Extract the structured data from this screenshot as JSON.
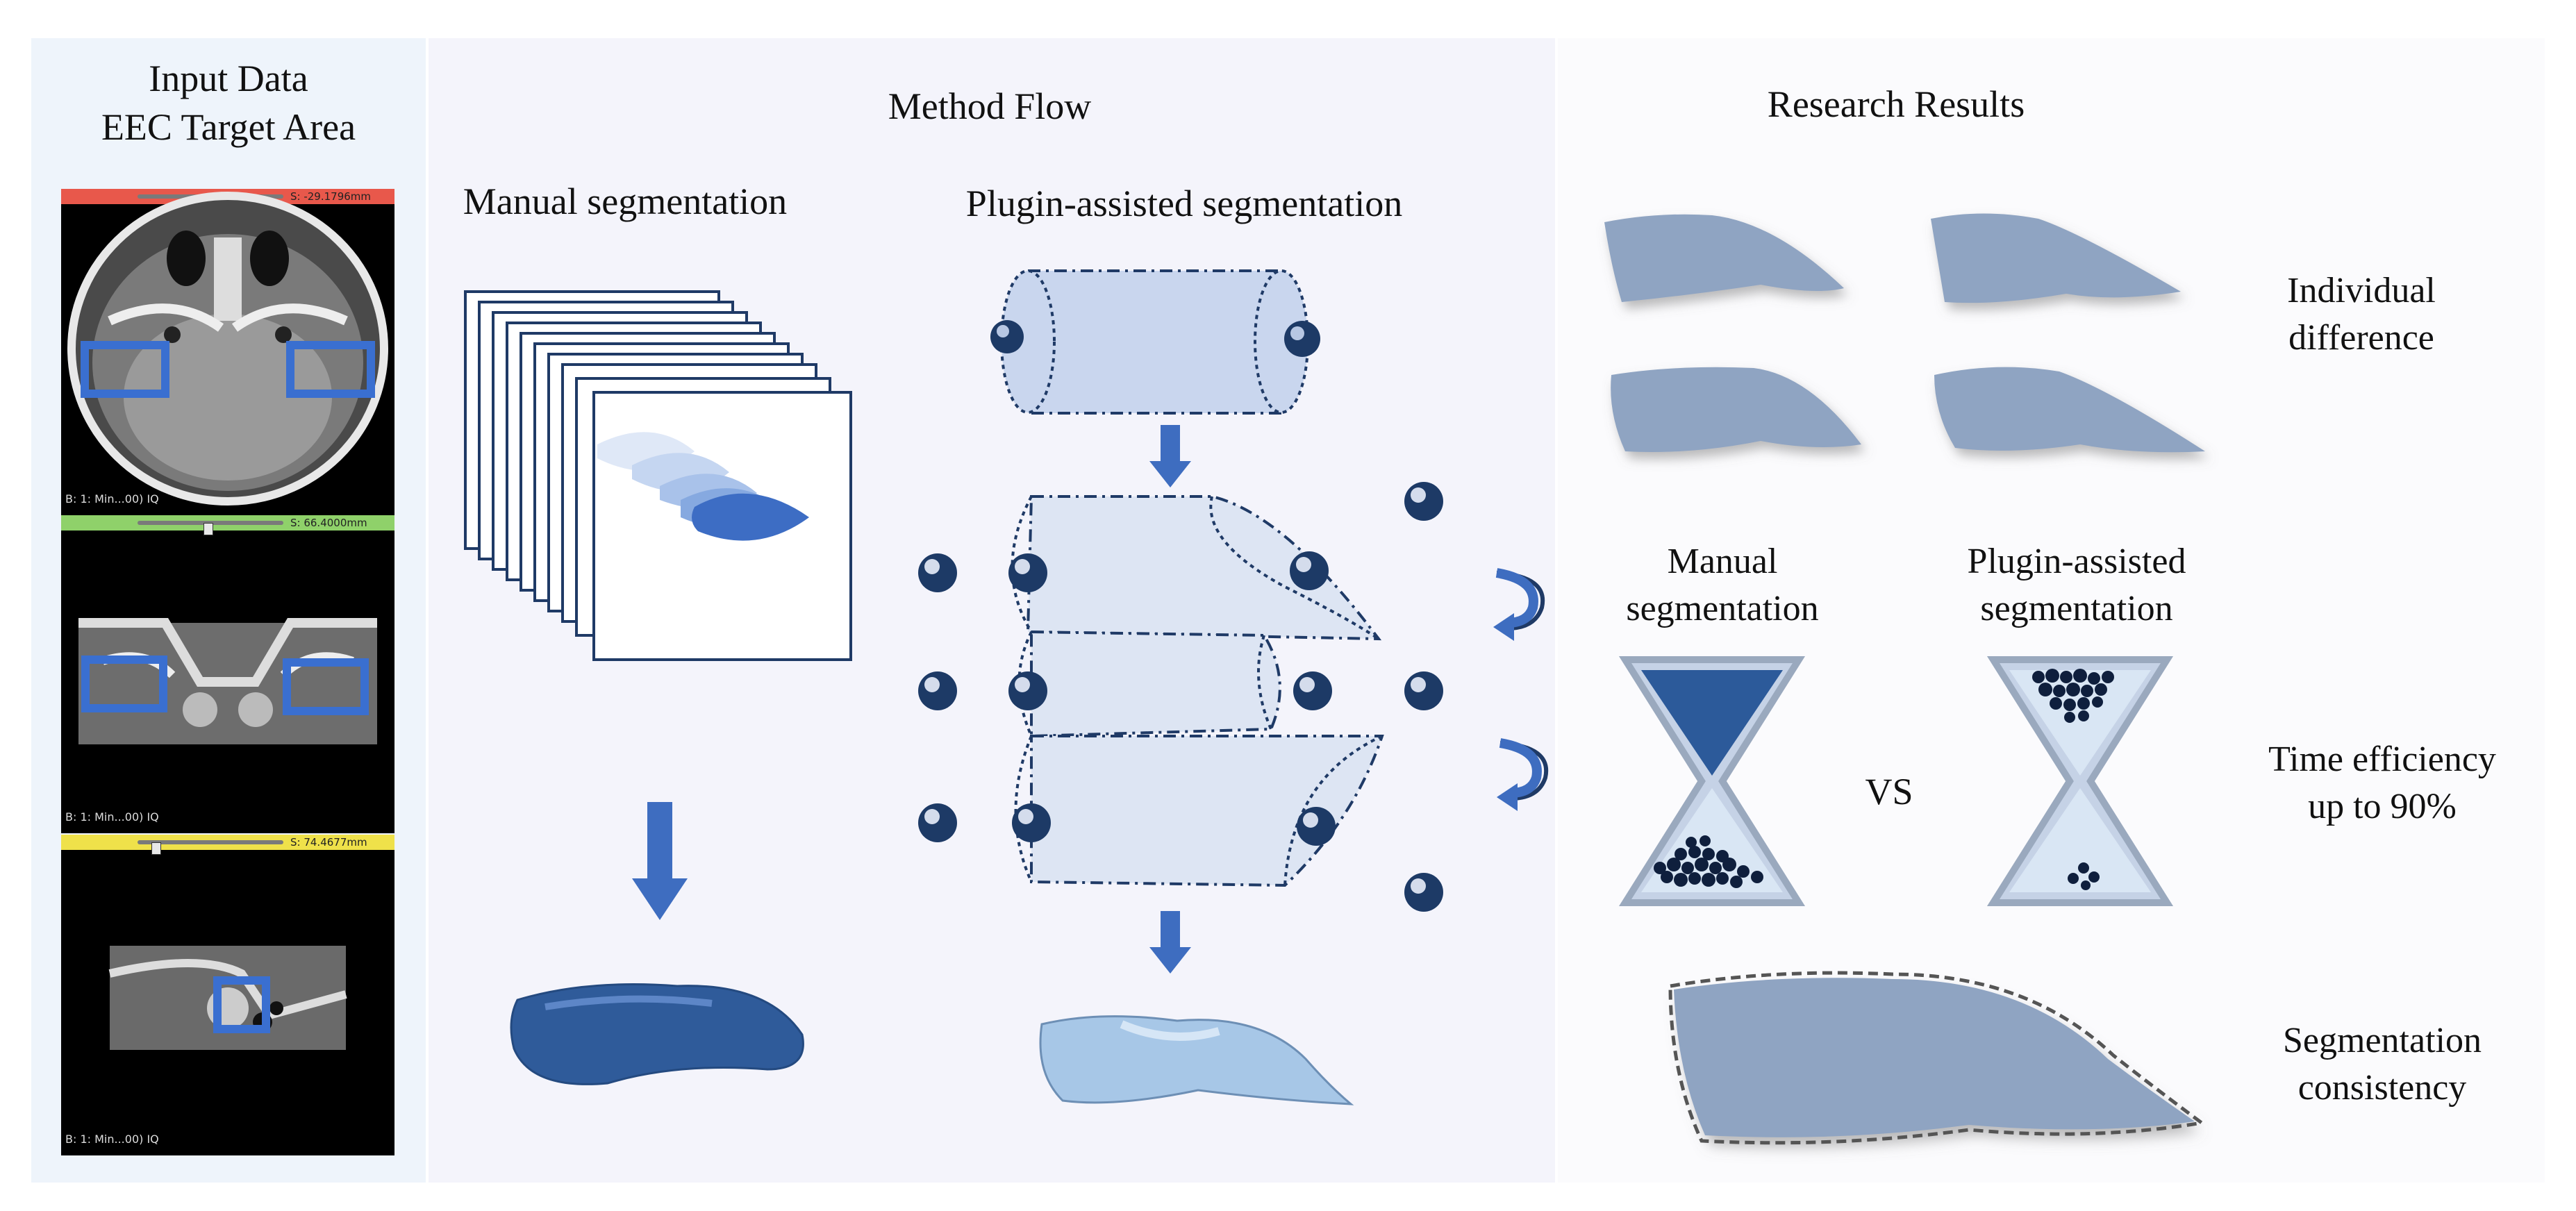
{
  "input_panel": {
    "title_line1": "Input Data",
    "title_line2": "EEC Target Area",
    "ct_views": [
      {
        "bar_color": "#e8584b",
        "readout": "S: -29.1796mm",
        "slice_position": 0.55,
        "caption": "B: 1: Min...00) IQ"
      },
      {
        "bar_color": "#8fd16a",
        "readout": "S: 66.4000mm",
        "slice_position": 0.5,
        "caption": "B: 1: Min...00) IQ"
      },
      {
        "bar_color": "#efe14a",
        "readout": "S: 74.4677mm",
        "slice_position": 0.1,
        "caption": "B: 1: Min...00) IQ"
      }
    ]
  },
  "method_panel": {
    "title": "Method Flow",
    "manual_label": "Manual segmentation",
    "plugin_label": "Plugin-assisted segmentation"
  },
  "results_panel": {
    "title": "Research Results",
    "individual_difference": {
      "line1": "Individual",
      "line2": "difference"
    },
    "manual_label": {
      "line1": "Manual",
      "line2": "segmentation"
    },
    "plugin_label": {
      "line1": "Plugin-assisted",
      "line2": "segmentation"
    },
    "vs": "VS",
    "time_efficiency": {
      "line1": "Time efficiency",
      "line2": "up to 90%"
    },
    "consistency": {
      "line1": "Segmentation",
      "line2": "consistency"
    }
  },
  "colors": {
    "accent_blue": "#3e6dc0",
    "roi_box": "#3a6fd0",
    "shape_fill": "#8fa4c2",
    "cylinder_fill": "#c9d6ee",
    "sphere": "#1d3a66"
  }
}
